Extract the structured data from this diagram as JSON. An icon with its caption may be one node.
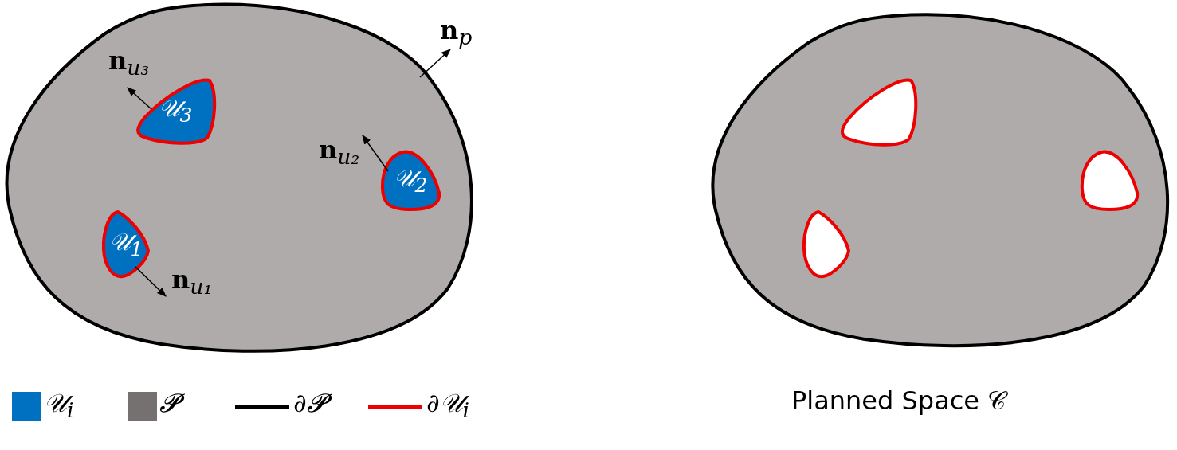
{
  "diagram": {
    "nodes": [
      {
        "text": [],
        "shape": "blob"
      },
      {
        "text": [
          "𝒰$_{3}$"
        ],
        "in": 0
      },
      {
        "text": [
          "𝒰$_{2}$"
        ],
        "in": 0
      },
      {
        "text": [
          "𝒰$_{1}$"
        ],
        "in": 0
      },
      {
        "text": [],
        "shape": "blob",
        "beside": [
          "Planned Space 𝒞"
        ]
      },
      {
        "text": [],
        "shape": "blob",
        "in": 4
      },
      {
        "text": [],
        "shape": "blob",
        "in": 4
      },
      {
        "text": [],
        "shape": "blob",
        "in": 4
      }
    ],
    "edges": [],
    "labels": [
      "**n**$_{p}$",
      "**n**$_{u₃}$",
      "**n**$_{u₂}$",
      "**n**$_{u₁}$"
    ],
    "legend": [
      {
        "text": "𝒰$_{i}$",
        "color": "#0070c0"
      },
      {
        "text": "𝓟",
        "color": "#767171"
      },
      {
        "text": "∂𝓟"
      },
      {
        "text": "∂𝒰$_{i}$"
      }
    ]
  }
}
